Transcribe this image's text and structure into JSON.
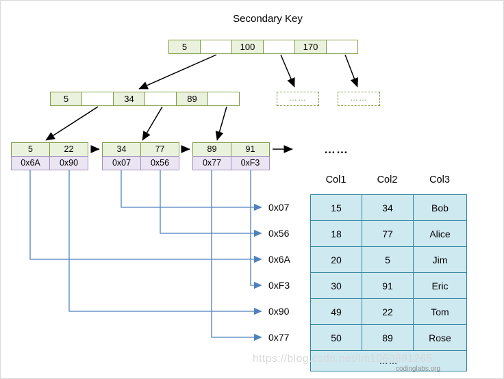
{
  "title": "Secondary Key",
  "tree": {
    "root": {
      "cells": [
        "5",
        "",
        "100",
        "",
        "170",
        ""
      ]
    },
    "internal": {
      "cells": [
        "5",
        "",
        "34",
        "",
        "89",
        ""
      ]
    },
    "dashed_nodes": [
      {
        "label": "……"
      },
      {
        "label": "……"
      }
    ],
    "leaves": [
      {
        "keys": [
          "5",
          "22"
        ],
        "pointers": [
          "0x6A",
          "0x90"
        ]
      },
      {
        "keys": [
          "34",
          "77"
        ],
        "pointers": [
          "0x07",
          "0x56"
        ]
      },
      {
        "keys": [
          "89",
          "91"
        ],
        "pointers": [
          "0x77",
          "0xF3"
        ]
      }
    ],
    "leaf_chain_ellipsis": "……"
  },
  "address_labels": [
    "0x07",
    "0x56",
    "0x6A",
    "0xF3",
    "0x90",
    "0x77"
  ],
  "table": {
    "headers": [
      "Col1",
      "Col2",
      "Col3"
    ],
    "rows": [
      [
        "15",
        "34",
        "Bob"
      ],
      [
        "18",
        "77",
        "Alice"
      ],
      [
        "20",
        "5",
        "Jim"
      ],
      [
        "30",
        "91",
        "Eric"
      ],
      [
        "49",
        "22",
        "Tom"
      ],
      [
        "50",
        "89",
        "Rose"
      ]
    ],
    "ellipsis_row": "……"
  },
  "watermark": {
    "text": "https://blog.csdn.net/lm1060891265",
    "brand": "codinglabs.org"
  },
  "colors": {
    "node_border": "#7f9d45",
    "node_fill": "#eaf1dc",
    "pointer_fill": "#ffffff",
    "address_border": "#9f8fc0",
    "address_fill": "#ebe5f3",
    "table_border": "#31859c",
    "table_fill": "#cfe9f1",
    "connector_blue": "#4f81bd",
    "arrow_black": "#000000"
  }
}
